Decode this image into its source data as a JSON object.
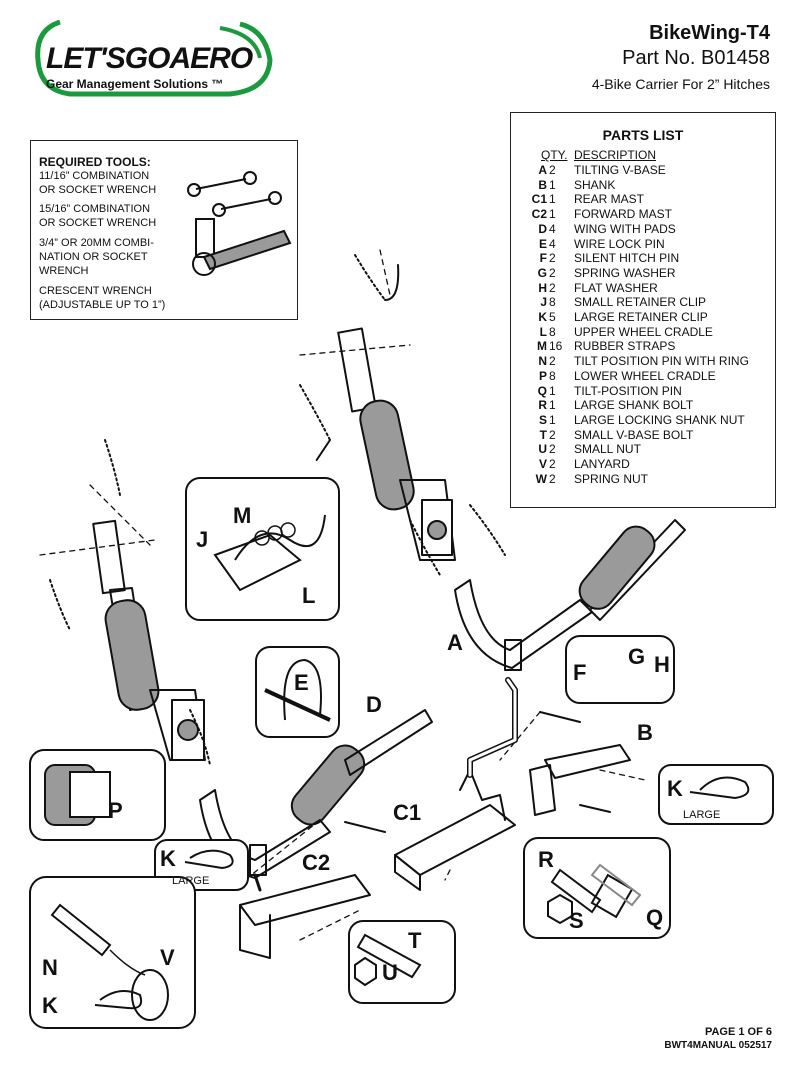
{
  "header": {
    "logo_text": "LET'SGOAERO",
    "logo_tagline": "Gear Management Solutions ™",
    "product_title": "BikeWing-T4",
    "part_number": "Part No. B01458",
    "subtitle": "4-Bike Carrier For 2” Hitches"
  },
  "tools": {
    "title": "REQUIRED TOOLS:",
    "lines": [
      "11/16” COMBINATION",
      "OR SOCKET WRENCH",
      "15/16” COMBINATION",
      "OR SOCKET WRENCH",
      "3/4” OR 20MM COMBI-",
      "NATION OR SOCKET",
      "WRENCH",
      "CRESCENT WRENCH",
      "(ADJUSTABLE UP TO 1”)"
    ]
  },
  "parts_list": {
    "title": "PARTS LIST",
    "qty_header": "QTY.",
    "desc_header": "DESCRIPTION",
    "rows": [
      {
        "letter": "A",
        "qty": "2",
        "desc": "TILTING V-BASE"
      },
      {
        "letter": "B",
        "qty": "1",
        "desc": "SHANK"
      },
      {
        "letter": "C1",
        "qty": "1",
        "desc": "REAR MAST"
      },
      {
        "letter": "C2",
        "qty": "1",
        "desc": "FORWARD MAST"
      },
      {
        "letter": "D",
        "qty": "4",
        "desc": "WING WITH PADS"
      },
      {
        "letter": "E",
        "qty": "4",
        "desc": "WIRE LOCK PIN"
      },
      {
        "letter": "F",
        "qty": "2",
        "desc": "SILENT HITCH PIN"
      },
      {
        "letter": "G",
        "qty": "2",
        "desc": "SPRING WASHER"
      },
      {
        "letter": "H",
        "qty": "2",
        "desc": "FLAT WASHER"
      },
      {
        "letter": "J",
        "qty": "8",
        "desc": "SMALL RETAINER CLIP"
      },
      {
        "letter": "K",
        "qty": "5",
        "desc": "LARGE RETAINER CLIP"
      },
      {
        "letter": "L",
        "qty": "8",
        "desc": "UPPER WHEEL CRADLE"
      },
      {
        "letter": "M",
        "qty": "16",
        "desc": "RUBBER STRAPS"
      },
      {
        "letter": "N",
        "qty": "2",
        "desc": "TILT POSITION PIN WITH RING"
      },
      {
        "letter": "P",
        "qty": "8",
        "desc": "LOWER WHEEL CRADLE"
      },
      {
        "letter": "Q",
        "qty": "1",
        "desc": "TILT-POSITION PIN"
      },
      {
        "letter": "R",
        "qty": "1",
        "desc": "LARGE SHANK BOLT"
      },
      {
        "letter": "S",
        "qty": "1",
        "desc": "LARGE LOCKING SHANK NUT"
      },
      {
        "letter": "T",
        "qty": "2",
        "desc": "SMALL V-BASE BOLT"
      },
      {
        "letter": "U",
        "qty": "2",
        "desc": "SMALL NUT"
      },
      {
        "letter": "V",
        "qty": "2",
        "desc": "LANYARD"
      },
      {
        "letter": "W",
        "qty": "2",
        "desc": "SPRING NUT"
      }
    ]
  },
  "callouts": {
    "J": "J",
    "M": "M",
    "L": "L",
    "E": "E",
    "D": "D",
    "A": "A",
    "F": "F",
    "G": "G",
    "H": "H",
    "B": "B",
    "K": "K",
    "P": "P",
    "C1": "C1",
    "C2": "C2",
    "R": "R",
    "S": "S",
    "Q": "Q",
    "N": "N",
    "V": "V",
    "T": "T",
    "U": "U",
    "large_label": "LARGE"
  },
  "footer": {
    "page": "PAGE 1 OF 6",
    "doc_code": "BWT4MANUAL 052517"
  },
  "colors": {
    "brand_green": "#1a9a3c",
    "ink": "#111111",
    "pad_gray": "#9a9a9a"
  }
}
